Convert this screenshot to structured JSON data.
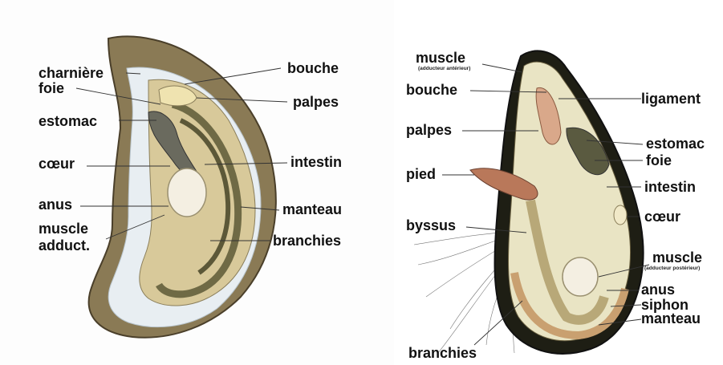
{
  "oyster": {
    "labels": {
      "charniere": "charnière",
      "foie": "foie",
      "estomac": "estomac",
      "coeur": "cœur",
      "anus": "anus",
      "muscle_adduct_1": "muscle",
      "muscle_adduct_2": "adduct.",
      "bouche": "bouche",
      "palpes": "palpes",
      "intestin": "intestin",
      "manteau": "manteau",
      "branchies": "branchies"
    }
  },
  "mussel": {
    "labels": {
      "muscle_ant": "muscle",
      "muscle_ant_sub": "(adducteur antérieur)",
      "bouche": "bouche",
      "palpes": "palpes",
      "pied": "pied",
      "byssus": "byssus",
      "branchies": "branchies",
      "ligament": "ligament",
      "estomac": "estomac",
      "foie": "foie",
      "intestin": "intestin",
      "coeur": "cœur",
      "muscle_post": "muscle",
      "muscle_post_sub": "(adducteur postérieur)",
      "anus": "anus",
      "siphon": "siphon",
      "manteau": "manteau"
    }
  },
  "colors": {
    "shell_outer": "#8a7a55",
    "nacre": "#e8eef2",
    "body": "#d8c99a",
    "gills": "#6f6a45",
    "palps": "#d9a88a",
    "foot": "#b9785a",
    "leader": "#333333"
  }
}
